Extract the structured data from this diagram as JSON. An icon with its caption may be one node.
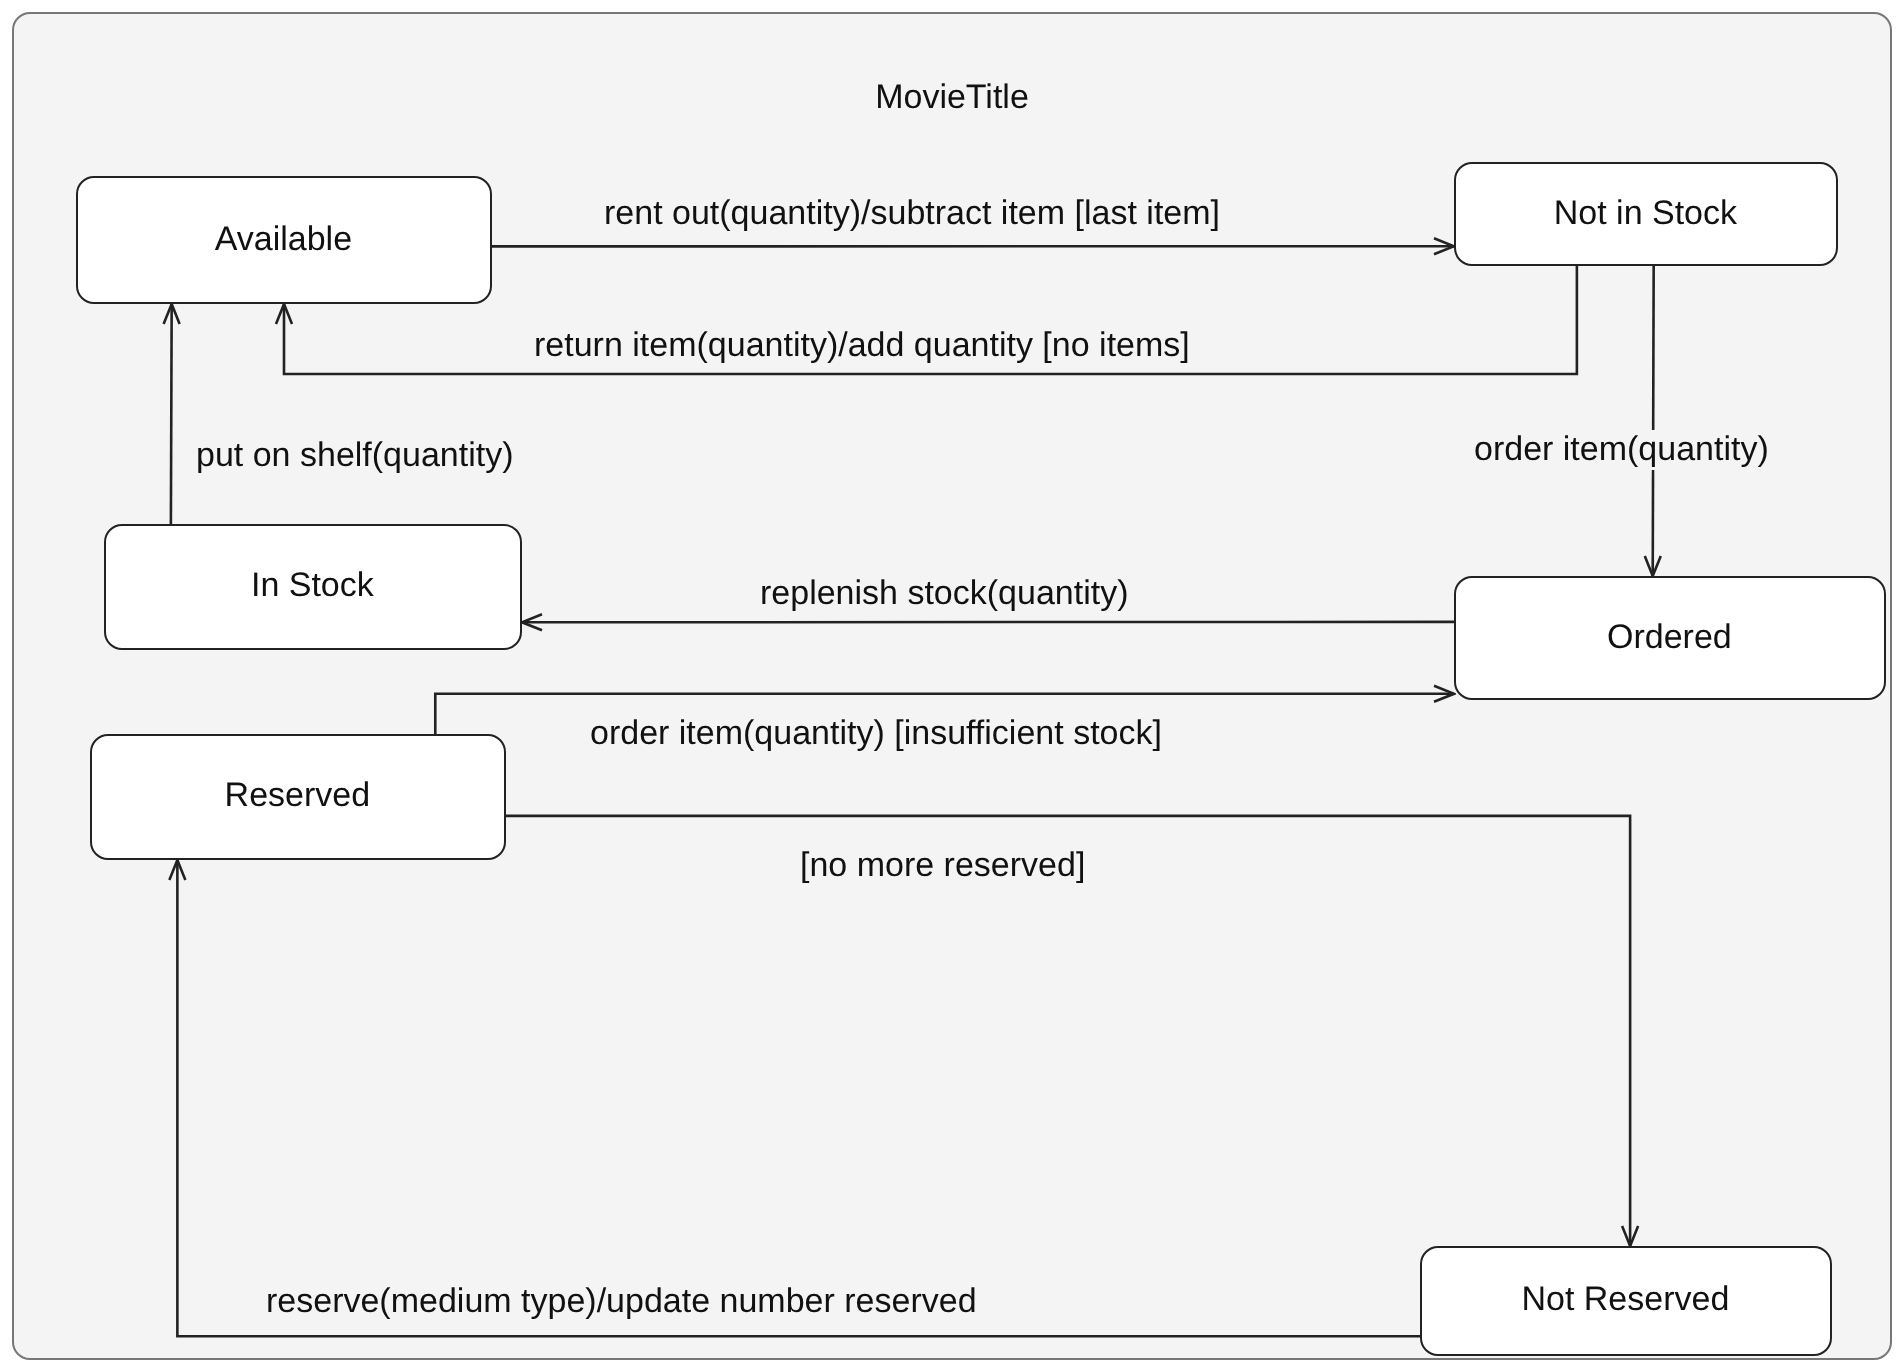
{
  "diagram": {
    "nodes": [
      {
        "text": [
          "MovieTitle"
        ]
      },
      {
        "text": [
          "Available"
        ],
        "in": 0
      },
      {
        "text": [
          "Not in Stock"
        ],
        "in": 0
      },
      {
        "text": [
          "In Stock"
        ],
        "in": 0
      },
      {
        "text": [
          "Ordered"
        ],
        "in": 0
      },
      {
        "text": [
          "Reserved"
        ],
        "in": 0
      },
      {
        "text": [
          "Not Reserved"
        ],
        "in": 0
      }
    ],
    "edges": [
      {
        "from": 1,
        "to": 2,
        "arrow": "to",
        "label": "rent out(quantity)/subtract item [last item]"
      },
      {
        "from": 2,
        "to": 1,
        "arrow": "to",
        "label": "return item(quantity)/add quantity [no items]"
      },
      {
        "from": 3,
        "to": 1,
        "arrow": "to",
        "label": "put on shelf(quantity)"
      },
      {
        "from": 2,
        "to": 4,
        "arrow": "to",
        "label": "order item(quantity)"
      },
      {
        "from": 4,
        "to": 3,
        "arrow": "to",
        "label": "replenish stock(quantity)"
      },
      {
        "from": 5,
        "to": 4,
        "arrow": "to",
        "label": "order item(quantity) [insufficient stock]"
      },
      {
        "from": 5,
        "to": 6,
        "arrow": "to",
        "label": "[no more reserved]"
      },
      {
        "from": 6,
        "to": 5,
        "arrow": "to",
        "label": "reserve(medium type)/update number reserved"
      }
    ]
  }
}
